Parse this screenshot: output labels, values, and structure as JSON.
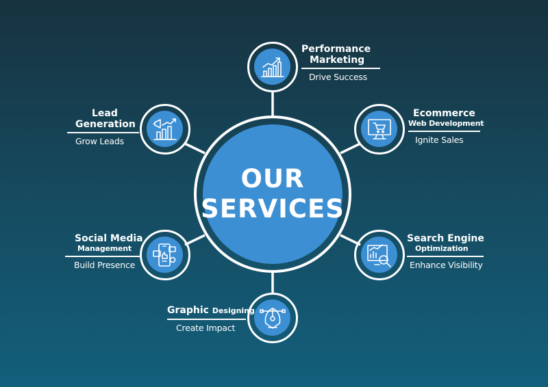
{
  "hub": {
    "line1": "OUR",
    "line2": "SERVICES"
  },
  "services": [
    {
      "title_line1": "Performance",
      "title_line2": "Marketing",
      "tagline": "Drive Success",
      "icon": "growth-chart-icon"
    },
    {
      "title_line1": "Ecommerce",
      "title_line2": "Web Development",
      "tagline": "Ignite Sales",
      "icon": "shopping-cart-monitor-icon"
    },
    {
      "title_line1": "Search Engine",
      "title_line2": "Optimization",
      "tagline": "Enhance Visibility",
      "icon": "search-analytics-icon"
    },
    {
      "title_line1": "Graphic",
      "title_line2": "Designing",
      "tagline": "Create Impact",
      "icon": "pen-tool-icon"
    },
    {
      "title_line1": "Social Media",
      "title_line2": "Management",
      "tagline": "Build Presence",
      "icon": "social-phone-icon"
    },
    {
      "title_line1": "Lead",
      "title_line2": "Generation",
      "tagline": "Grow Leads",
      "icon": "megaphone-chart-icon"
    }
  ],
  "colors": {
    "background_top": "#17323f",
    "background_bottom": "#135f7c",
    "accent": "#3d8fd4",
    "line": "#ffffff"
  }
}
